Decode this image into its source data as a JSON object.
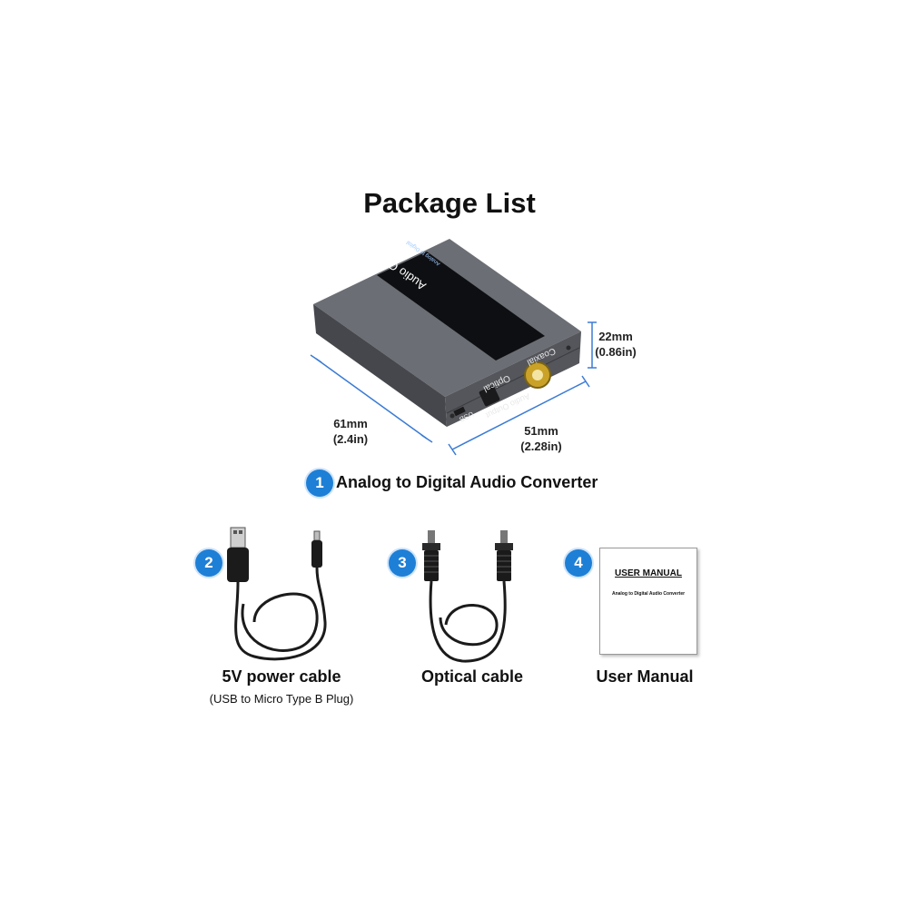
{
  "title": "Package List",
  "device": {
    "label_converter": "Audio Converter",
    "label_optical": "Optical",
    "label_coaxial": "Coaxial",
    "label_usb": "USB",
    "label_audio_output": "Audio Output",
    "label_small_top": "Analog to Digital"
  },
  "dimensions": {
    "height_mm": "22mm",
    "height_in": "(0.86in)",
    "length_mm": "61mm",
    "length_in": "(2.4in)",
    "width_mm": "51mm",
    "width_in": "(2.28in)"
  },
  "items": [
    {
      "number": "1",
      "label": "Analog to Digital Audio Converter"
    },
    {
      "number": "2",
      "label": "5V power cable",
      "sublabel": "(USB to Micro Type B Plug)"
    },
    {
      "number": "3",
      "label": "Optical cable"
    },
    {
      "number": "4",
      "label": "User Manual"
    }
  ],
  "manual": {
    "heading": "USER MANUAL",
    "subheading": "Analog to Digital Audio Converter"
  },
  "colors": {
    "badge": "#1e7fd6",
    "device_body": "#5a5c61",
    "dimension_line": "#3a7bd5"
  }
}
